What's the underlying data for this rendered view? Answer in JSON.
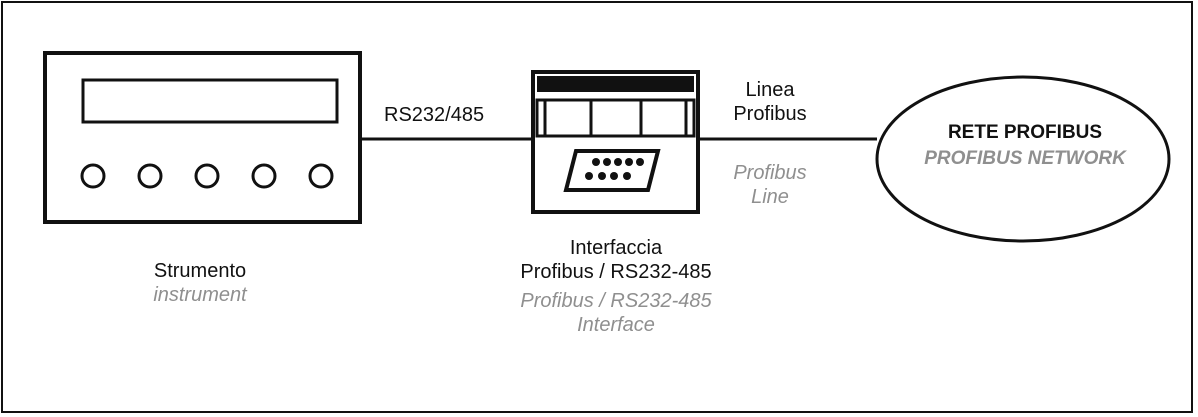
{
  "diagram": {
    "link_instrument_interface": "RS232/485",
    "link_interface_network": {
      "label_it_line1": "Linea",
      "label_it_line2": "Profibus",
      "label_en_line1": "Profibus",
      "label_en_line2": "Line"
    },
    "instrument": {
      "label_it": "Strumento",
      "label_en": "instrument",
      "button_count": 5
    },
    "interface": {
      "label_it_line1": "Interfaccia",
      "label_it_line2": "Profibus / RS232-485",
      "label_en_line1": "Profibus / RS232-485",
      "label_en_line2": "Interface"
    },
    "network": {
      "label_it": "RETE PROFIBUS",
      "label_en": "PROFIBUS NETWORK"
    },
    "colors": {
      "stroke": "#111111",
      "english_text": "#8f8f8f"
    },
    "icons": [
      "db9-connector-icon"
    ]
  }
}
